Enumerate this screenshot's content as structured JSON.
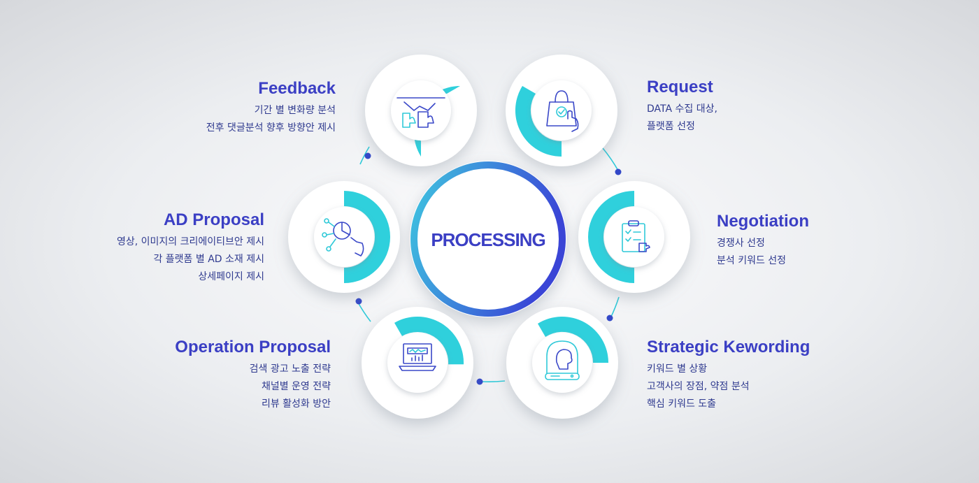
{
  "center": {
    "label": "PROCESSING"
  },
  "colors": {
    "accent_blue": "#3b3fc4",
    "accent_cyan": "#2fd0dc",
    "ring_gradient_start": "#3fc6e0",
    "ring_gradient_end": "#3a45d6",
    "dot": "#3348c8",
    "text_body": "#2f3a8f"
  },
  "steps": [
    {
      "id": "feedback",
      "icon": "handshake-puzzle-icon",
      "title": "Feedback",
      "lines": [
        "기간 별 변화량 분석",
        "전후 댓글분석 향후 방향안 제시"
      ]
    },
    {
      "id": "request",
      "icon": "shopping-bag-tap-icon",
      "title": "Request",
      "lines": [
        "DATA 수집 대상,",
        "플랫폼 선정"
      ]
    },
    {
      "id": "negotiation",
      "icon": "clipboard-checklist-icon",
      "title": "Negotiation",
      "lines": [
        "경쟁사 선정",
        "분석 키워드 선정"
      ]
    },
    {
      "id": "strategic",
      "icon": "head-helmet-icon",
      "title": "Strategic Kewording",
      "lines": [
        "키워드 별 상황",
        "고객사의 장점, 약점 분석",
        "핵심 키워드 도출"
      ]
    },
    {
      "id": "operation",
      "icon": "laptop-chart-icon",
      "title": "Operation Proposal",
      "lines": [
        "검색 광고 노출 전략",
        "채널별 운영 전략",
        "리뷰 활성화 방안"
      ]
    },
    {
      "id": "ad",
      "icon": "hand-pie-chart-icon",
      "title": "AD Proposal",
      "lines": [
        "영상, 이미지의 크리에이티브안 제시",
        "각 플랫폼 별 AD 소재 제시",
        "상세페이지 제시"
      ]
    }
  ]
}
